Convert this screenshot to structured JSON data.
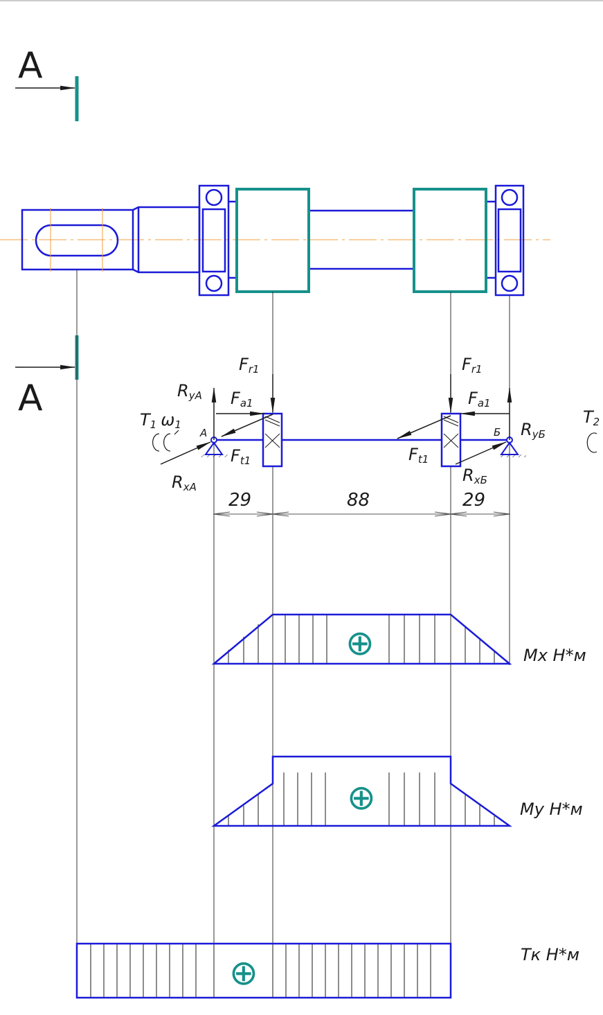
{
  "colors": {
    "outline": "#1a1ad8",
    "teal": "#16918a",
    "axis": "#f0a040",
    "ink": "#1a1a1a",
    "thin": "#555555"
  },
  "section": {
    "label_top": "A",
    "label_bottom": "A"
  },
  "forces": {
    "left": {
      "radial": "F",
      "radial_sub": "r1",
      "axial": "F",
      "axial_sub": "a1",
      "tangential": "F",
      "tangential_sub": "t1"
    },
    "right": {
      "radial": "F",
      "radial_sub": "r1",
      "axial": "F",
      "axial_sub": "a1",
      "tangential": "F",
      "tangential_sub": "t1"
    }
  },
  "supports": {
    "a": {
      "point": "A",
      "ry": "R",
      "ry_sub": "yA",
      "rx": "R",
      "rx_sub": "xA"
    },
    "b": {
      "point": "Б",
      "ry": "R",
      "ry_sub": "yБ",
      "rx": "R",
      "rx_sub": "xБ"
    }
  },
  "torques": {
    "t1": "T",
    "t1_sub": "1",
    "omega": "ω",
    "omega_sub": "1",
    "t2": "T",
    "t2_sub": "2"
  },
  "dimensions": [
    "29",
    "88",
    "29"
  ],
  "diagrams": {
    "mx": {
      "label": "Mx H*м",
      "sign": "⊕"
    },
    "my": {
      "label": "My H*м",
      "sign": "⊕"
    },
    "tk": {
      "label": "Tк H*м",
      "sign": "⊕"
    }
  }
}
